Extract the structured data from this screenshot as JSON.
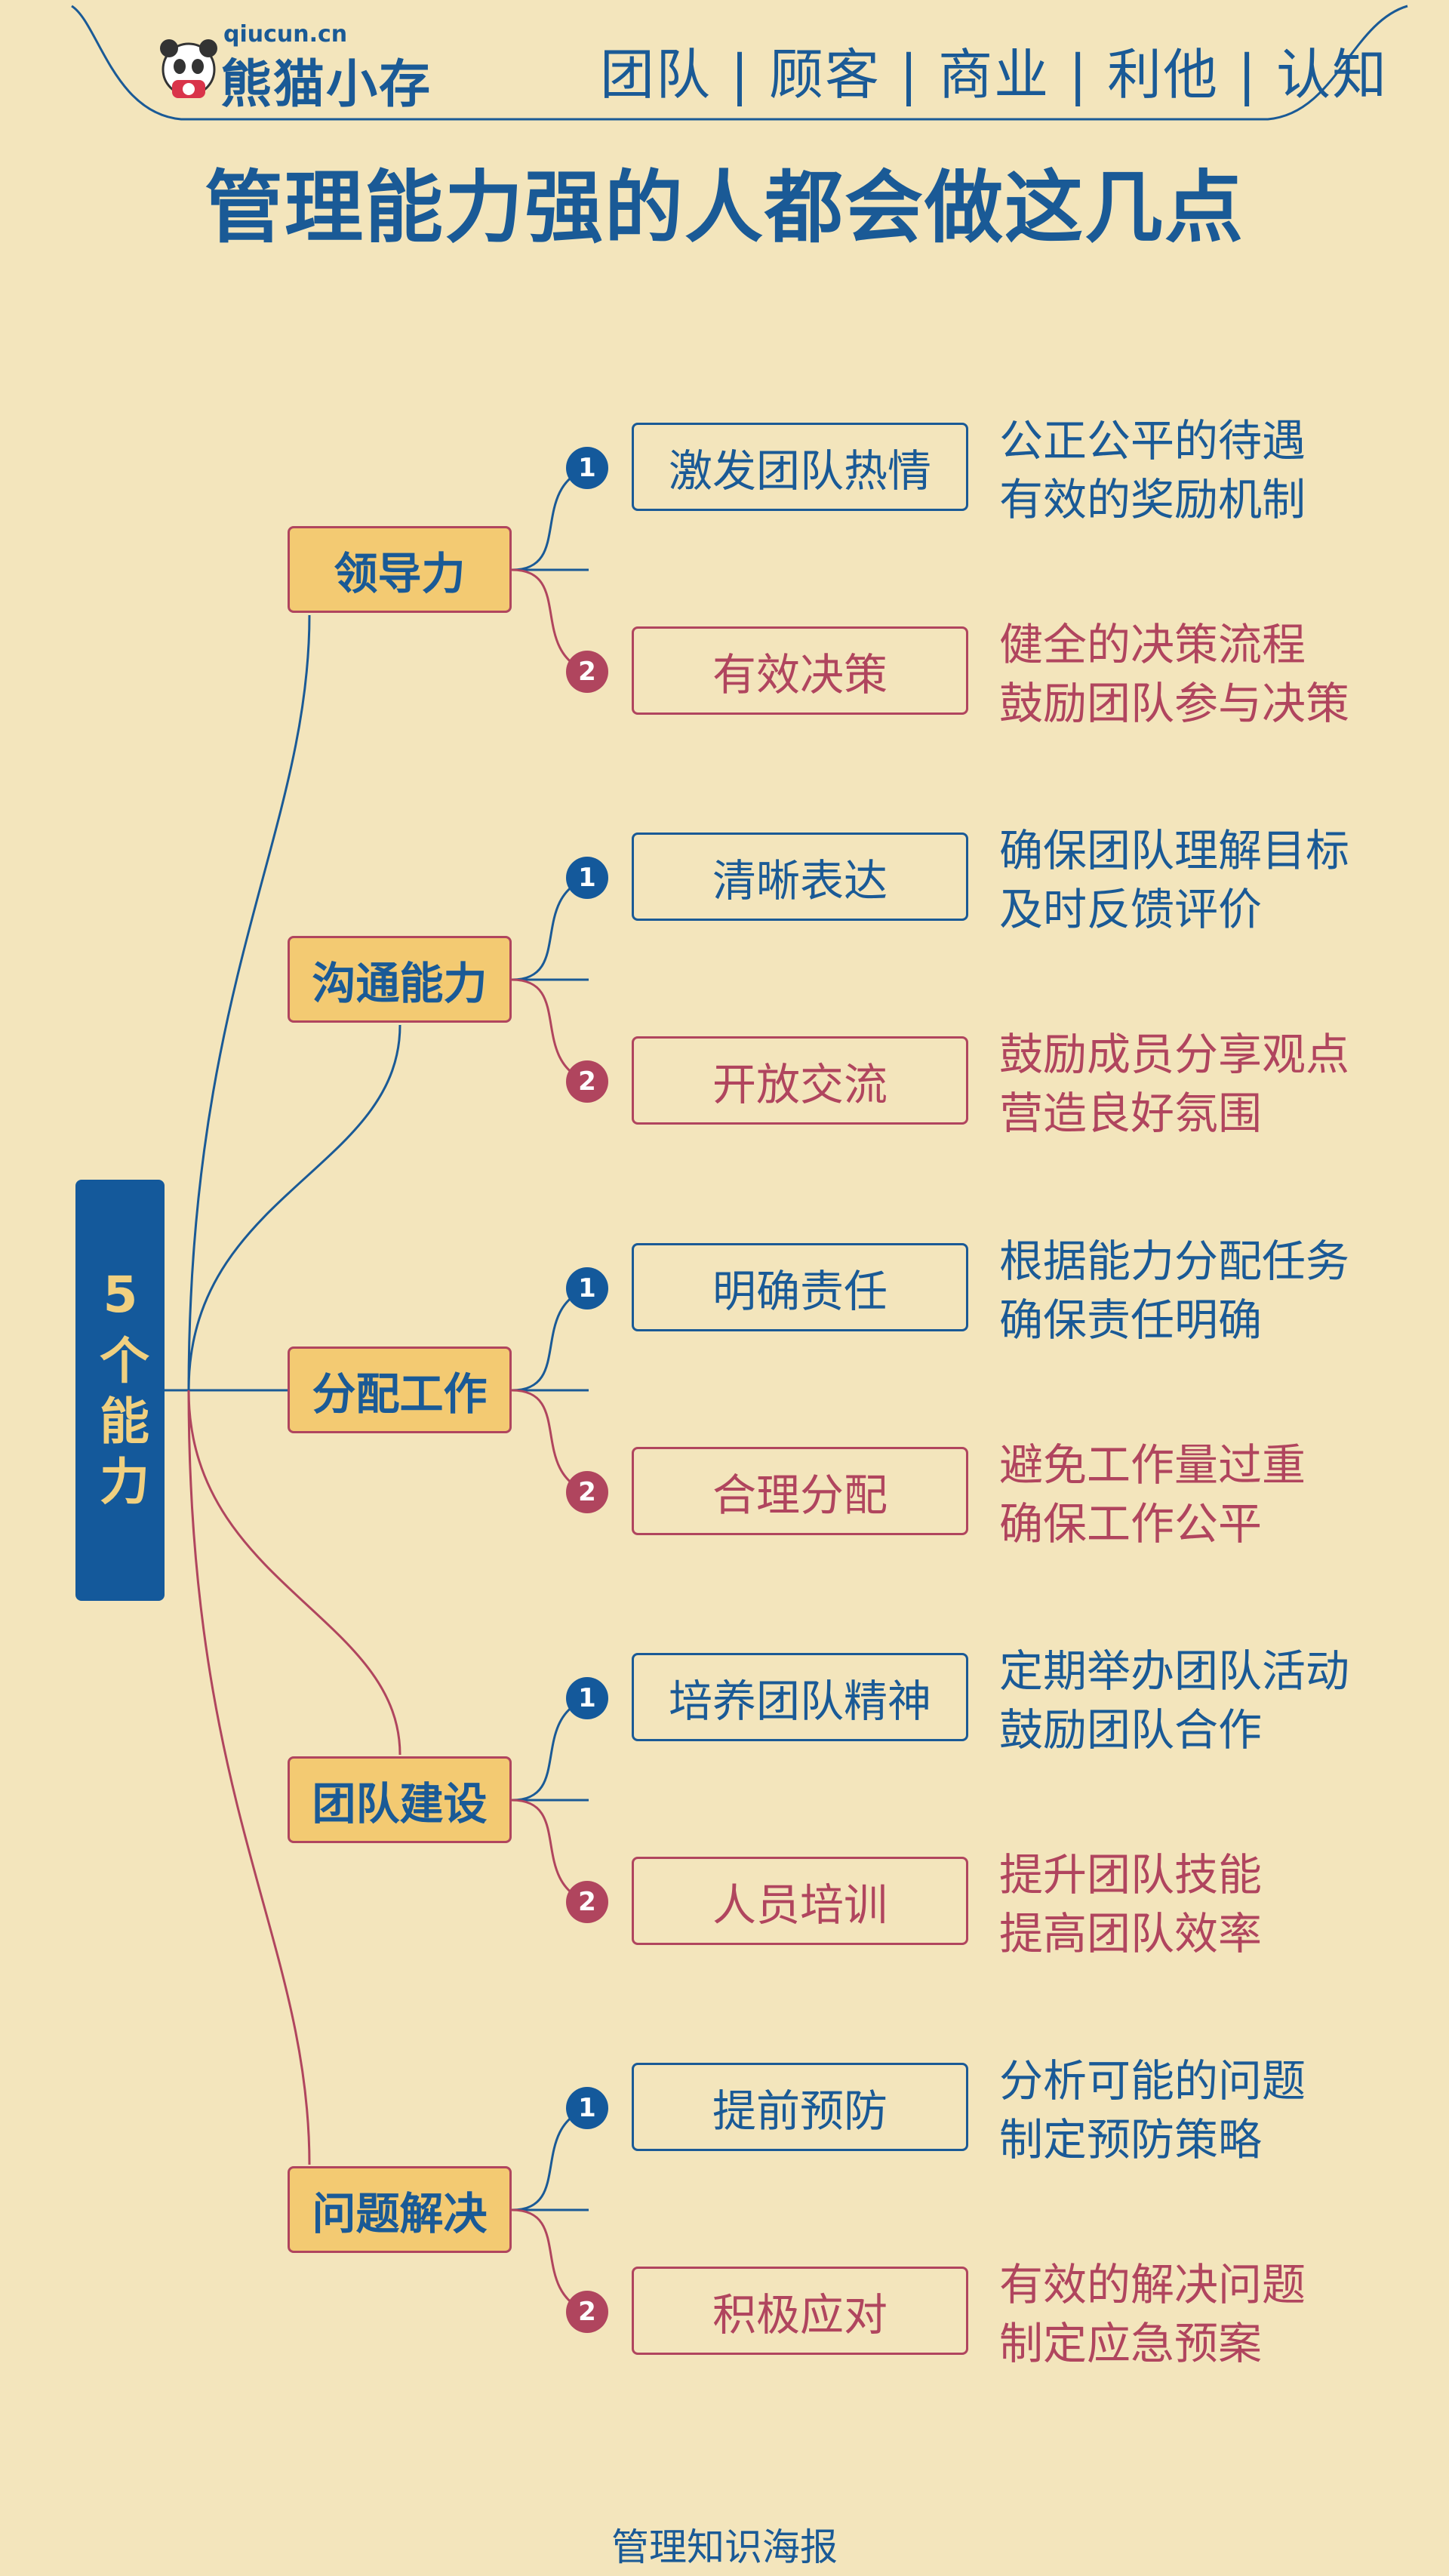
{
  "header": {
    "brand_url": "qiucun.cn",
    "brand_name": "熊猫小存",
    "nav_text": "团队 | 顾客 | 商业 | 利他 | 认知"
  },
  "title": "管理能力强的人都会做这几点",
  "center": {
    "label": "5个能力"
  },
  "categories": [
    {
      "label": "领导力",
      "items": [
        {
          "badge": "1",
          "label": "激发团队热情",
          "lines": [
            "公正公平的待遇",
            "有效的奖励机制"
          ]
        },
        {
          "badge": "2",
          "label": "有效决策",
          "lines": [
            "健全的决策流程",
            "鼓励团队参与决策"
          ]
        }
      ]
    },
    {
      "label": "沟通能力",
      "items": [
        {
          "badge": "1",
          "label": "清晰表达",
          "lines": [
            "确保团队理解目标",
            "及时反馈评价"
          ]
        },
        {
          "badge": "2",
          "label": "开放交流",
          "lines": [
            "鼓励成员分享观点",
            "营造良好氛围"
          ]
        }
      ]
    },
    {
      "label": "分配工作",
      "items": [
        {
          "badge": "1",
          "label": "明确责任",
          "lines": [
            "根据能力分配任务",
            "确保责任明确"
          ]
        },
        {
          "badge": "2",
          "label": "合理分配",
          "lines": [
            "避免工作量过重",
            "确保工作公平"
          ]
        }
      ]
    },
    {
      "label": "团队建设",
      "items": [
        {
          "badge": "1",
          "label": "培养团队精神",
          "lines": [
            "定期举办团队活动",
            "鼓励团队合作"
          ]
        },
        {
          "badge": "2",
          "label": "人员培训",
          "lines": [
            "提升团队技能",
            "提高团队效率"
          ]
        }
      ]
    },
    {
      "label": "问题解决",
      "items": [
        {
          "badge": "1",
          "label": "提前预防",
          "lines": [
            "分析可能的问题",
            "制定预防策略"
          ]
        },
        {
          "badge": "2",
          "label": "积极应对",
          "lines": [
            "有效的解决问题",
            "制定应急预案"
          ]
        }
      ]
    }
  ],
  "footer": "管理知识海报",
  "colors": {
    "background": "#f3e5bc",
    "primary_blue": "#1a5a96",
    "accent_red": "#b0455e",
    "category_fill": "#f3ca72",
    "center_text": "#f0d080"
  },
  "icons": [
    "panda-logo-icon",
    "badge-number-icon"
  ]
}
